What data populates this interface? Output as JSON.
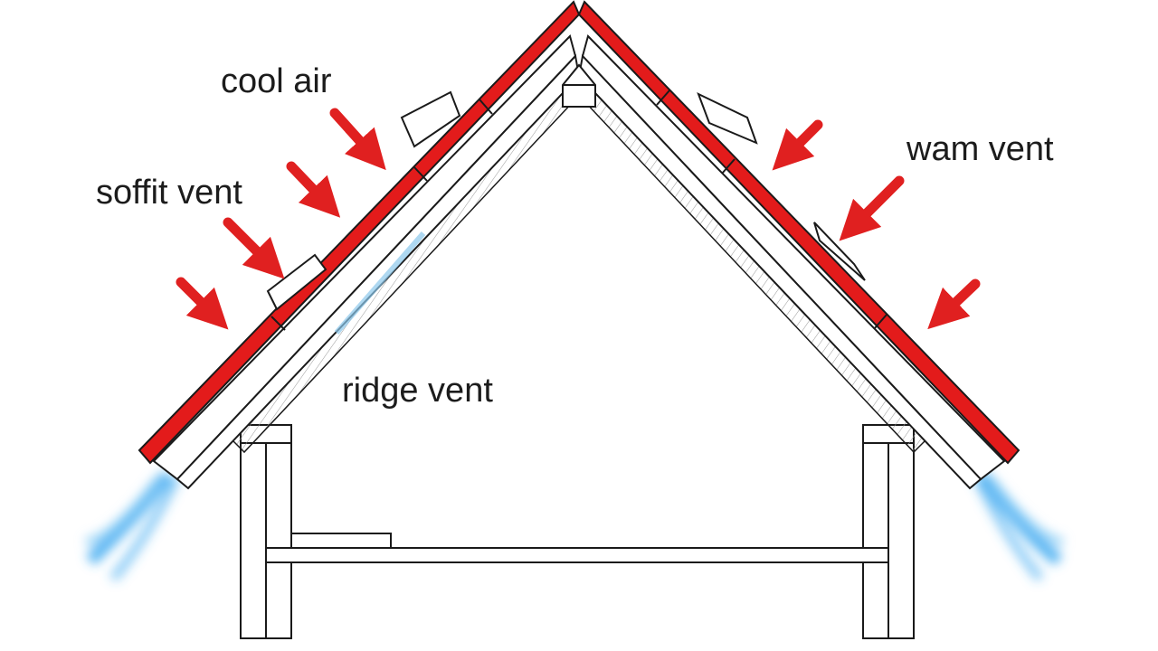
{
  "labels": {
    "cool_air": "cool air",
    "soffit_vent": "soffit vent",
    "warm_vent": "wam vent",
    "ridge_vent": "ridge vent"
  },
  "colors": {
    "roof_shingles": "#e31b1b",
    "arrow": "#e02020",
    "airflow": "#3aa8f0",
    "outline": "#1a1a1a",
    "background": "#ffffff"
  }
}
